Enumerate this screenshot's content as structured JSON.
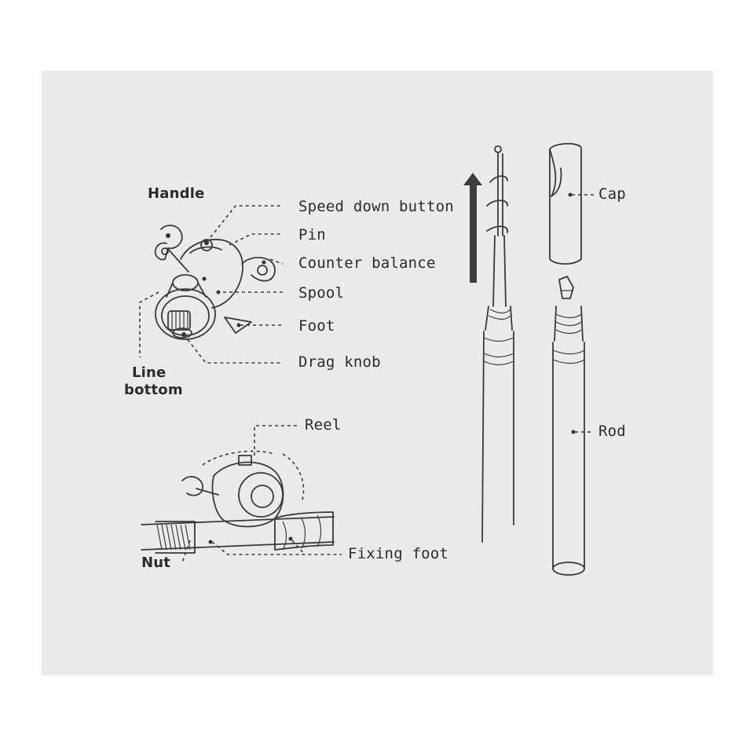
{
  "labels": {
    "handle": "Handle",
    "speed_down_button": "Speed down button",
    "pin": "Pin",
    "counter_balance": "Counter balance",
    "spool": "Spool",
    "foot": "Foot",
    "drag_knob": "Drag knob",
    "line_bottom_1": "Line",
    "line_bottom_2": "bottom",
    "reel": "Reel",
    "nut": "Nut",
    "fixing_foot": "Fixing foot",
    "cap": "Cap",
    "rod": "Rod"
  },
  "colors": {
    "sheet": "#ebebe9",
    "ink": "#3a3a3a",
    "arrow": "#3d3d3d"
  },
  "icons": {
    "extend_direction": "up-arrow-icon"
  }
}
